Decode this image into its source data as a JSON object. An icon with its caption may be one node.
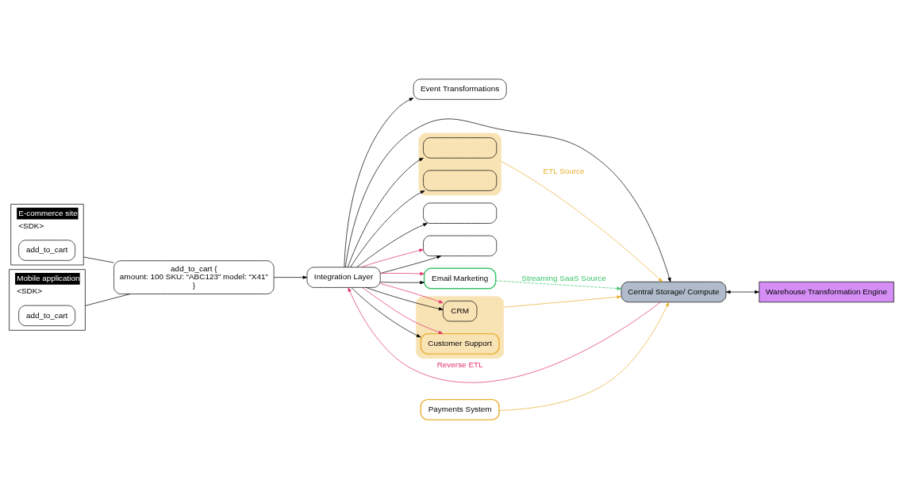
{
  "diagram": {
    "nodes": [
      {
        "text": [
          "E-commerce site",
          "<SDK>"
        ]
      },
      {
        "text": [
          "add_to_cart"
        ],
        "in": 0
      },
      {
        "text": [
          "Mobile application",
          "<SDK>"
        ]
      },
      {
        "text": [
          "add_to_cart"
        ],
        "in": 2
      },
      {
        "text": [
          "add_to_cart {",
          "amount: 100 SKU: “ABC123” model: “X41”",
          "}"
        ]
      },
      {
        "text": [
          "Event Transformations"
        ]
      },
      {
        "text": [
          "Integration Layer"
        ]
      },
      {
        "text": [
          "Central Storage/ Compute"
        ]
      },
      {
        "text": [
          "Warehouse Transformation Engine"
        ]
      },
      {
        "text": [
          "Payments System"
        ]
      },
      {
        "text": [],
        "shape": "box"
      },
      {
        "text": [],
        "shape": "box",
        "in": 10
      },
      {
        "text": [],
        "shape": "box",
        "in": 10
      },
      {
        "text": [],
        "shape": "box"
      },
      {
        "text": [],
        "shape": "box"
      },
      {
        "text": [
          "Email Marketing"
        ]
      },
      {
        "text": [],
        "shape": "box"
      },
      {
        "text": [
          "CRM"
        ],
        "in": 16
      },
      {
        "text": [
          "Customer Support"
        ],
        "in": 16
      }
    ],
    "edges": [
      {
        "from": 0,
        "to": 4,
        "arrow": "none"
      },
      {
        "from": 2,
        "to": 4,
        "arrow": "none"
      },
      {
        "from": 4,
        "to": 6,
        "arrow": "to"
      },
      {
        "from": 6,
        "to": 5,
        "arrow": "to"
      },
      {
        "from": 6,
        "to": 7,
        "arrow": "to"
      },
      {
        "from": 7,
        "to": 6,
        "arrow": "to",
        "label": "Reverse ETL",
        "color": "#e0306a"
      },
      {
        "from": 7,
        "to": 8,
        "arrow": "both"
      },
      {
        "from": 6,
        "to": 11,
        "arrow": "to"
      },
      {
        "from": 6,
        "to": 12,
        "arrow": "to"
      },
      {
        "from": 6,
        "to": 13,
        "arrow": "to"
      },
      {
        "from": 6,
        "to": 14,
        "arrow": "to"
      },
      {
        "from": 6,
        "to": 14,
        "arrow": "to",
        "color": "#e0306a"
      },
      {
        "from": 6,
        "to": 15,
        "arrow": "to"
      },
      {
        "from": 6,
        "to": 15,
        "arrow": "to",
        "color": "#e0306a"
      },
      {
        "from": 6,
        "to": 17,
        "arrow": "to"
      },
      {
        "from": 6,
        "to": 17,
        "arrow": "to",
        "color": "#e0306a"
      },
      {
        "from": 6,
        "to": 18,
        "arrow": "to"
      },
      {
        "from": 6,
        "to": 18,
        "arrow": "to",
        "color": "#e0306a"
      },
      {
        "from": 10,
        "to": 7,
        "arrow": "to",
        "label": "ETL Source",
        "color": "#e8b030"
      },
      {
        "from": 16,
        "to": 7,
        "arrow": "to",
        "color": "#e8b030"
      },
      {
        "from": 9,
        "to": 7,
        "arrow": "to",
        "color": "#e8b030"
      },
      {
        "from": 15,
        "to": 7,
        "arrow": "to",
        "label": "Streaming SaaS Source",
        "style": "dashed",
        "color": "#3cc56a"
      }
    ]
  }
}
